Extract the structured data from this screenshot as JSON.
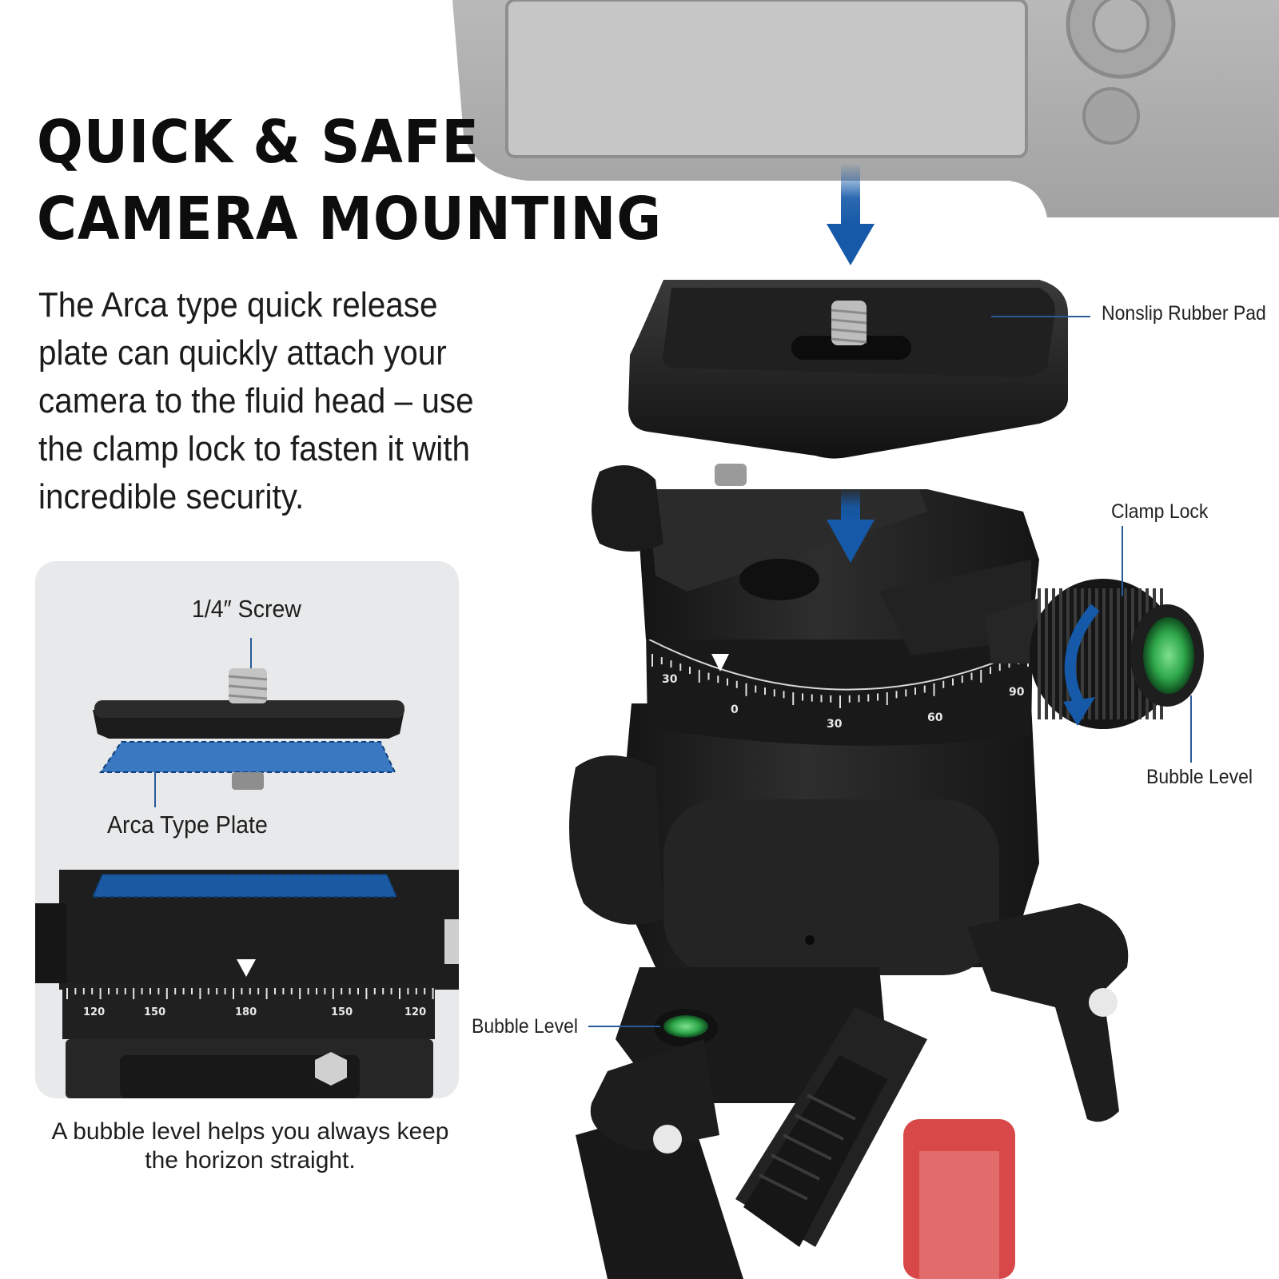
{
  "headline": {
    "line1": "QUICK & SAFE",
    "line2": "CAMERA MOUNTING"
  },
  "description": "The Arca type quick release plate can quickly attach your camera to the fluid head – use the clamp lock to fasten it with incredible security.",
  "inset": {
    "screw_label": "1/4″ Screw",
    "plate_label": "Arca Type Plate",
    "scale_ticks": [
      "120",
      "150",
      "180",
      "150",
      "120"
    ]
  },
  "callouts": {
    "rubber_pad": "Nonslip Rubber Pad",
    "clamp_lock": "Clamp Lock",
    "bubble_level_right": "Bubble Level",
    "bubble_level_left": "Bubble Level"
  },
  "pan_scale_ticks": [
    "30",
    "0",
    "30",
    "60",
    "90"
  ],
  "caption": "A bubble level helps you always keep the horizon straight.",
  "colors": {
    "accent_blue": "#1559a8",
    "bubble_green": "#2fa84a",
    "red_ring": "#c23a3a"
  }
}
